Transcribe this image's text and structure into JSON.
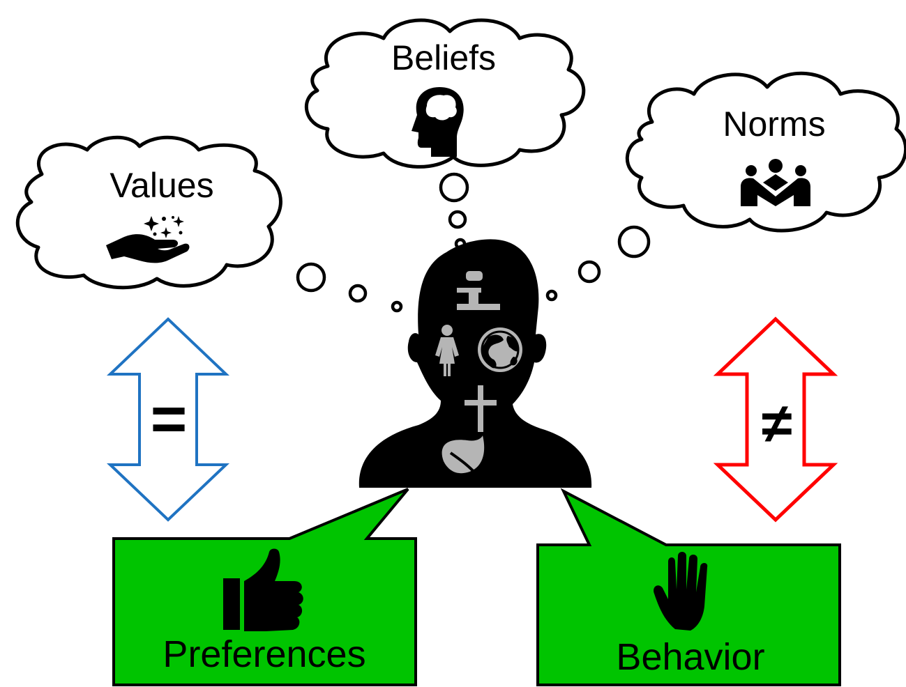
{
  "clouds": {
    "values": {
      "label": "Values",
      "icon": "hand-sparkles-icon"
    },
    "beliefs": {
      "label": "Beliefs",
      "icon": "head-brain-icon"
    },
    "norms": {
      "label": "Norms",
      "icon": "people-group-icon"
    }
  },
  "relations": {
    "left": {
      "symbol": "=",
      "color": "#1F73C2"
    },
    "right": {
      "symbol": "≠",
      "color": "#FF0000"
    }
  },
  "person": {
    "icon": "person-silhouette-icon",
    "inner_icons": [
      "info-icon",
      "woman-icon",
      "globe-icon",
      "cross-icon",
      "leaf-icon"
    ]
  },
  "boxes": {
    "preferences": {
      "label": "Preferences",
      "icon": "thumbs-up-icon",
      "color": "#00C400"
    },
    "behavior": {
      "label": "Behavior",
      "icon": "raised-hand-icon",
      "color": "#00C400"
    }
  }
}
